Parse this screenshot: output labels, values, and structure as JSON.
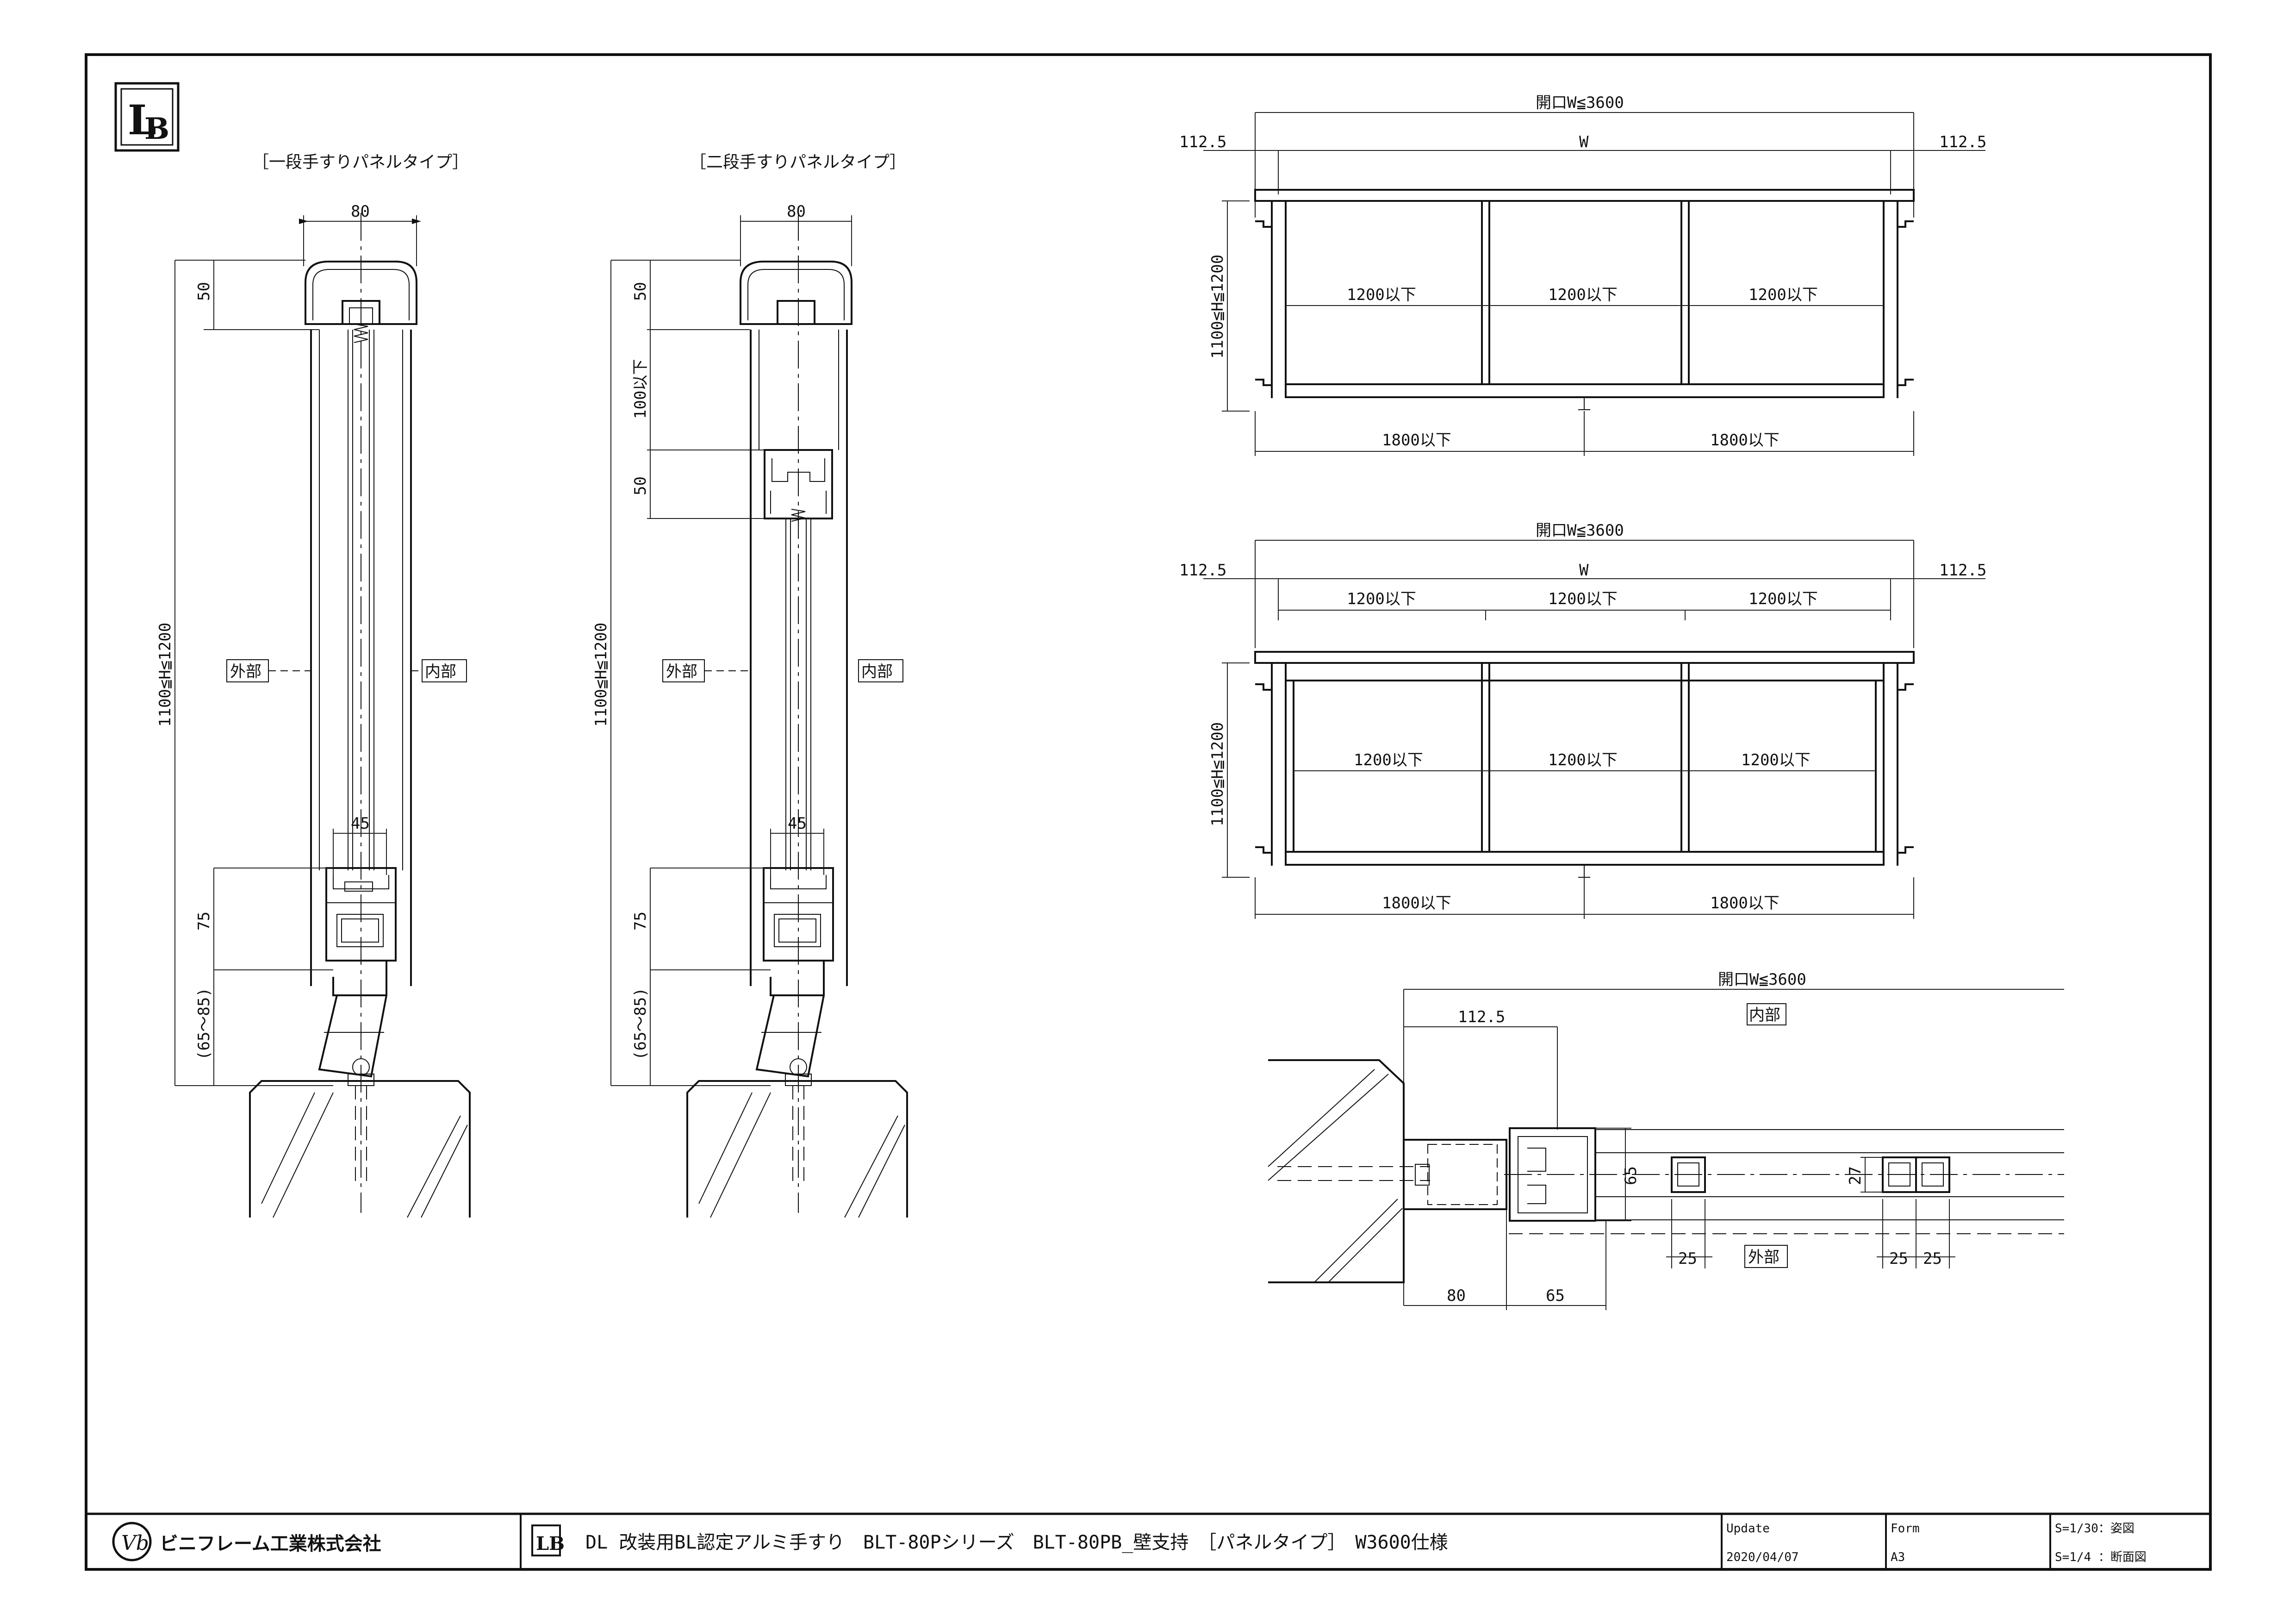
{
  "title_block": {
    "company": "ビニフレーム工業株式会社",
    "drawing_title": "DL 改装用BL認定アルミ手すり　BLT-80Pシリーズ　BLT-80PB_壁支持　［パネルタイプ］　W3600仕様",
    "update_label": "Update",
    "update_date": "2020/04/07",
    "form_label": "Form",
    "form_value": "A3",
    "scale_1": "S=1/30：姿図",
    "scale_2": "S=1/4 ：断面図"
  },
  "section_one": {
    "title": "［一段手すりパネルタイプ］",
    "dim_top": "80",
    "dim_50": "50",
    "dim_height": "1100≦H≦1200",
    "dim_45": "45",
    "dim_75": "75",
    "dim_gap": "(65～85)",
    "outside": "外部",
    "inside": "内部"
  },
  "section_two": {
    "title": "［二段手すりパネルタイプ］",
    "dim_top": "80",
    "dim_50a": "50",
    "dim_100": "100以下",
    "dim_50b": "50",
    "dim_height": "1100≦H≦1200",
    "dim_45": "45",
    "dim_75": "75",
    "dim_gap": "(65～85)",
    "outside": "外部",
    "inside": "内部"
  },
  "elevation_one": {
    "opening": "開口W≦3600",
    "edge_left": "112.5",
    "width": "W",
    "edge_right": "112.5",
    "height": "1100≦H≦1200",
    "panels": [
      "1200以下",
      "1200以下",
      "1200以下"
    ],
    "spans": [
      "1800以下",
      "1800以下"
    ]
  },
  "elevation_two": {
    "opening": "開口W≦3600",
    "edge_left": "112.5",
    "width": "W",
    "edge_right": "112.5",
    "top_panels": [
      "1200以下",
      "1200以下",
      "1200以下"
    ],
    "height": "1100≦H≦1200",
    "panels": [
      "1200以下",
      "1200以下",
      "1200以下"
    ],
    "spans": [
      "1800以下",
      "1800以下"
    ]
  },
  "plan_section": {
    "opening": "開口W≦3600",
    "edge": "112.5",
    "inside": "内部",
    "dim_65": "65",
    "dim_27": "27",
    "dim_25a": "25",
    "outside": "外部",
    "dim_25b": "25",
    "dim_25c": "25",
    "dim_80": "80",
    "dim_65b": "65"
  }
}
